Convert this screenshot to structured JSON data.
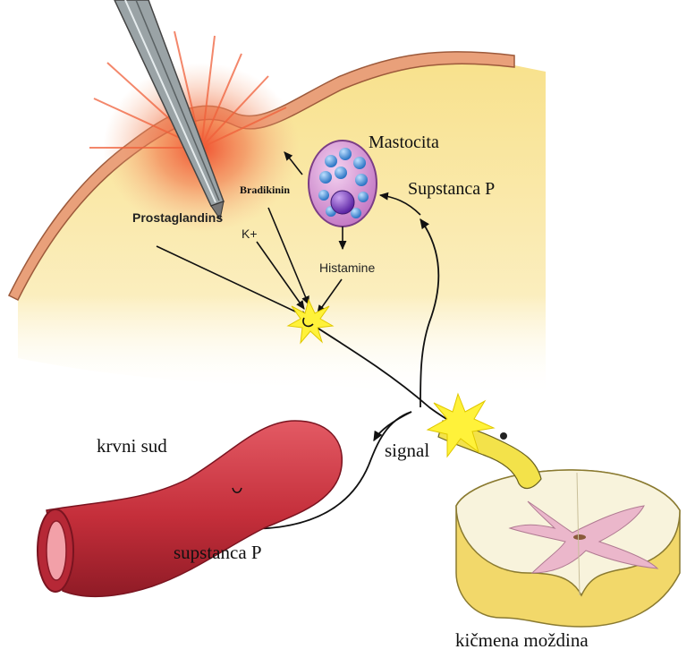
{
  "labels": {
    "mastocita": "Mastocita",
    "supstanca_p_upper": "Supstanca P",
    "bradikinin": "Bradikinin",
    "prostaglandins": "Prostaglandins",
    "k_plus": "K+",
    "histamine": "Histamine",
    "krvni_sud": "krvni sud",
    "signal": "signal",
    "supstanca_p_lower": "supstanca P",
    "kicmena_mozdina": "kičmena moždina"
  },
  "colors": {
    "tissue": "#f7e08a",
    "skin_band": "#e8a177",
    "inflammation": "#f0603a",
    "mast_cell": "#d79bd6",
    "granule": "#3f8fd6",
    "nucleus": "#7a3ec0",
    "vessel": "#c8333f",
    "nerve": "#f3e24a",
    "spinal_cord": "#f6f0d2",
    "grey_matter": "#e9b8cc",
    "burst": "#fff23a"
  }
}
